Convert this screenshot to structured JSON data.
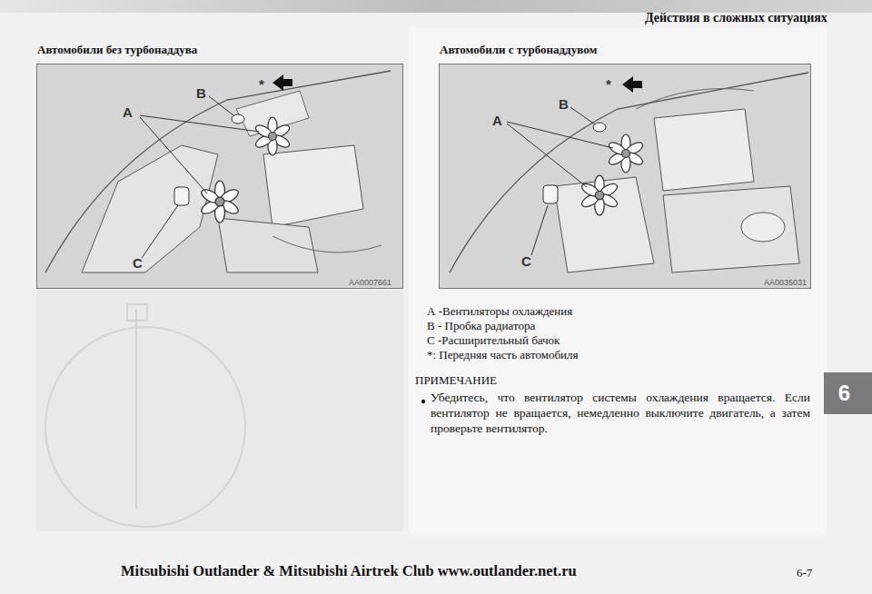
{
  "diagram": {
    "title": "Действия в сложных ситуациях",
    "nodes": [
      {
        "text": [
          "Автомобили без турбонаддува",
          "A",
          "B",
          "*",
          "C",
          "AA0007661"
        ]
      },
      {
        "text": [
          "Автомобили с турбонаддувом",
          "B",
          "A",
          "*",
          "C",
          "AA0035031"
        ]
      },
      {
        "text": [
          "6"
        ]
      }
    ],
    "labels": [
      "А -Вентиляторы охлаждения",
      "В - Пробка радиатора",
      "С -Расширительный бачок",
      "*: Передняя часть автомобиля",
      "ПРИМЕЧАНИЕ",
      "Убедитесь, что вентилятор системы охлаждения вращается. Если вентилятор не вращается, немедленно выключите двигатель, а затем проверьте вентилятор.",
      "Mitsubishi Outlander & Mitsubishi Airtrek Club www.outlander.net.ru",
      "6-7"
    ]
  }
}
